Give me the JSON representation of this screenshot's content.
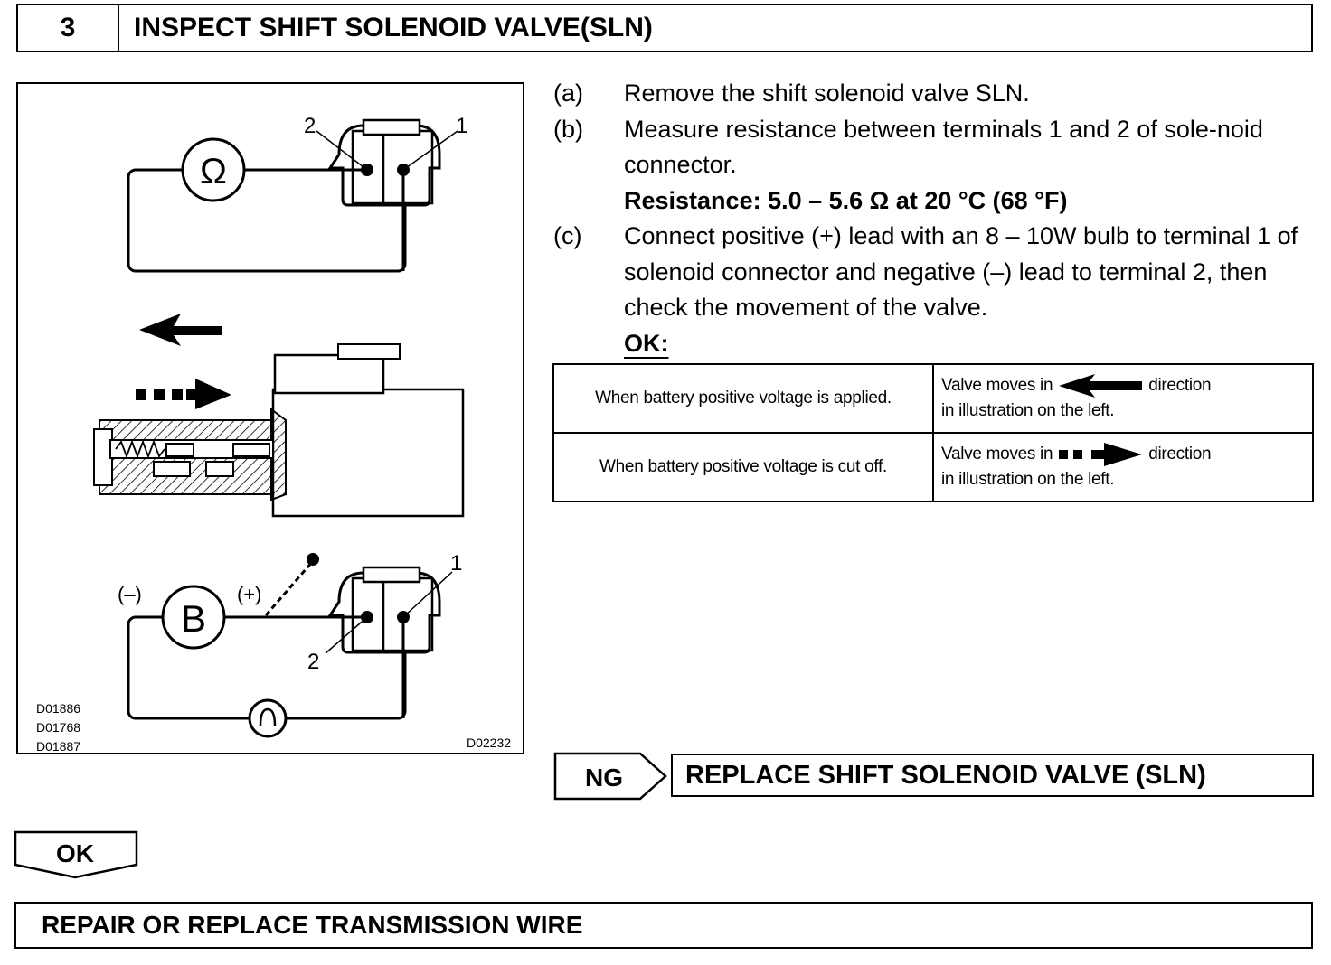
{
  "header": {
    "step_number": "3",
    "title": "INSPECT SHIFT SOLENOID VALVE(SLN)"
  },
  "figure": {
    "ohm_symbol": "Ω",
    "battery_symbol": "B",
    "terminal_1": "1",
    "terminal_2": "2",
    "minus_label": "(–)",
    "plus_label": "(+)",
    "codes": [
      "D01886",
      "D01768",
      "D01887"
    ],
    "code_right": "D02232"
  },
  "steps": [
    {
      "label": "(a)",
      "text": "Remove the shift solenoid valve SLN."
    },
    {
      "label": "(b)",
      "text": "Measure resistance between terminals 1 and 2 of sole-noid connector.",
      "spec": "Resistance: 5.0 – 5.6 Ω at 20 °C (68 °F)"
    },
    {
      "label": "(c)",
      "text": "Connect positive (+) lead with an 8 – 10W bulb to terminal 1 of solenoid connector and negative (–) lead to terminal 2, then check the movement of the valve."
    }
  ],
  "ok_label": "OK:",
  "ok_table": {
    "rows": [
      {
        "condition": "When battery positive voltage is applied.",
        "result_pre": "Valve moves in",
        "result_post": "direction",
        "result_line2": "in illustration on the left.",
        "arrow_icon": "solid-left-arrow-icon"
      },
      {
        "condition": "When battery positive voltage is cut off.",
        "result_pre": "Valve moves in",
        "result_post": "direction",
        "result_line2": "in illustration on the left.",
        "arrow_icon": "dashed-right-arrow-icon"
      }
    ]
  },
  "ng": {
    "tag": "NG",
    "action": "REPLACE SHIFT SOLENOID VALVE (SLN)"
  },
  "ok": {
    "tag": "OK",
    "action": "REPAIR OR REPLACE TRANSMISSION WIRE"
  }
}
